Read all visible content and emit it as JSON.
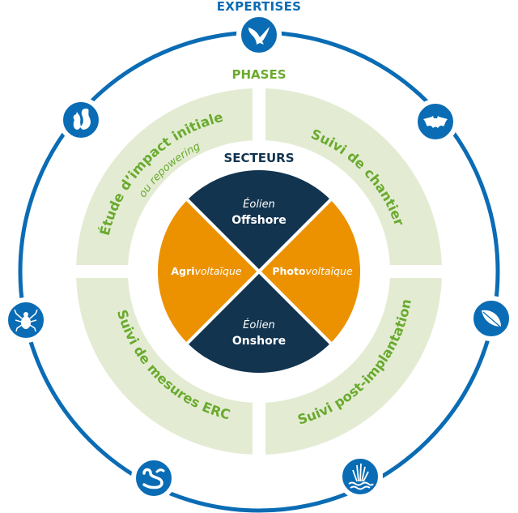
{
  "labels": {
    "expertises": "EXPERTISES",
    "phases": "PHASES",
    "secteurs": "SECTEURS"
  },
  "colors": {
    "expertise_blue": "#0a6cb4",
    "phase_bg": "#e3ecd3",
    "phase_text": "#6aaa2e",
    "sector_navy": "#12344f",
    "sector_orange": "#ec9200"
  },
  "phases": [
    {
      "label": "Étude d’impact initiale",
      "sublabel": "ou repowering"
    },
    {
      "label": "Suivi de chantier"
    },
    {
      "label": "Suivi post-implantation"
    },
    {
      "label": "Suivi de mesures ERC"
    }
  ],
  "sectors": {
    "offshore": {
      "line1": "Éolien",
      "line2": "Offshore"
    },
    "onshore": {
      "line1": "Éolien",
      "line2": "Onshore"
    },
    "agri": {
      "bold": "Agri",
      "italic": "voltaïque"
    },
    "photo": {
      "bold": "Photo",
      "italic": "voltaïque"
    }
  },
  "expertises": [
    {
      "icon": "bird-icon",
      "name": "Avifaune"
    },
    {
      "icon": "bat-icon",
      "name": "Chiroptères"
    },
    {
      "icon": "leaf-icon",
      "name": "Flore"
    },
    {
      "icon": "reeds-icon",
      "name": "Zones humides"
    },
    {
      "icon": "snake-icon",
      "name": "Reptiles"
    },
    {
      "icon": "tick-icon",
      "name": "Invertébrés"
    },
    {
      "icon": "squirrel-icon",
      "name": "Mammifères"
    }
  ]
}
